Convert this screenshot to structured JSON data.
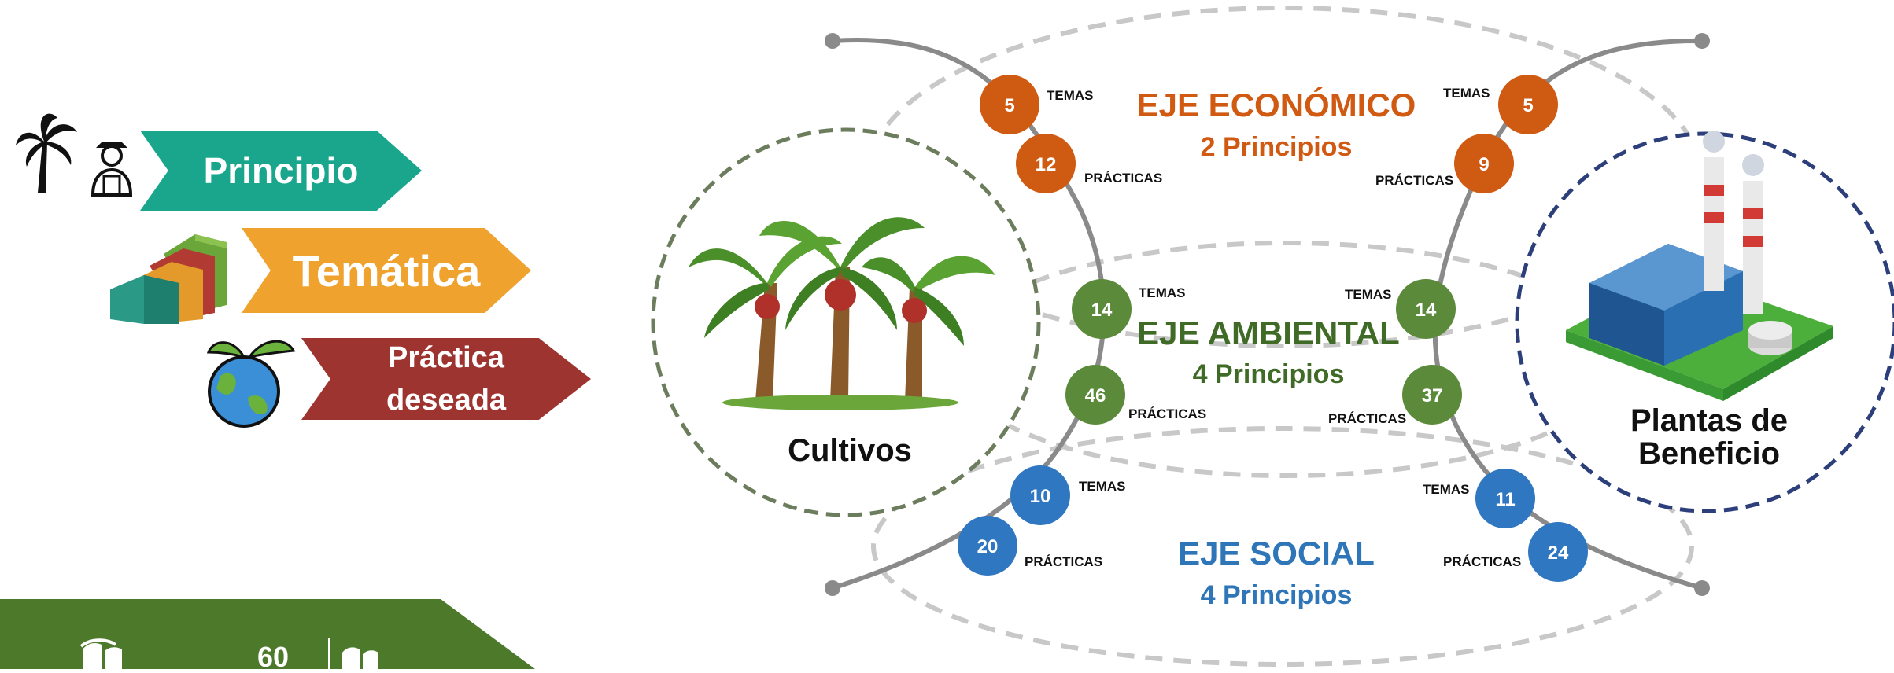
{
  "legend": {
    "principio": "Principio",
    "tematica": "Temática",
    "practica_line1": "Práctica",
    "practica_line2": "deseada"
  },
  "axes": {
    "economico": {
      "title": "EJE ECONÓMICO",
      "subtitle": "2 Principios",
      "color": "#d05a12"
    },
    "ambiental": {
      "title": "EJE AMBIENTAL",
      "subtitle": "4 Principios",
      "color": "#3f6b26"
    },
    "social": {
      "title": "EJE SOCIAL",
      "subtitle": "4 Principios",
      "color": "#2f76b8"
    }
  },
  "nodes": {
    "econ_left_temas": "5",
    "econ_left_practicas": "12",
    "econ_right_temas": "5",
    "econ_right_practicas": "9",
    "amb_left_temas": "14",
    "amb_left_practicas": "46",
    "amb_right_temas": "14",
    "amb_right_practicas": "37",
    "soc_left_temas": "10",
    "soc_left_practicas": "20",
    "soc_right_temas": "11",
    "soc_right_practicas": "24"
  },
  "labels": {
    "temas": "TEMAS",
    "practicas": "PRÁCTICAS",
    "cultivos": "Cultivos",
    "plantas_line1": "Plantas de",
    "plantas_line2": "Beneficio"
  },
  "colors": {
    "orange": "#cf5b13",
    "green": "#5b8a3a",
    "blue": "#2f77c0",
    "teal": "#1aa68c",
    "amber": "#f0a22f",
    "maroon": "#9e3430"
  }
}
